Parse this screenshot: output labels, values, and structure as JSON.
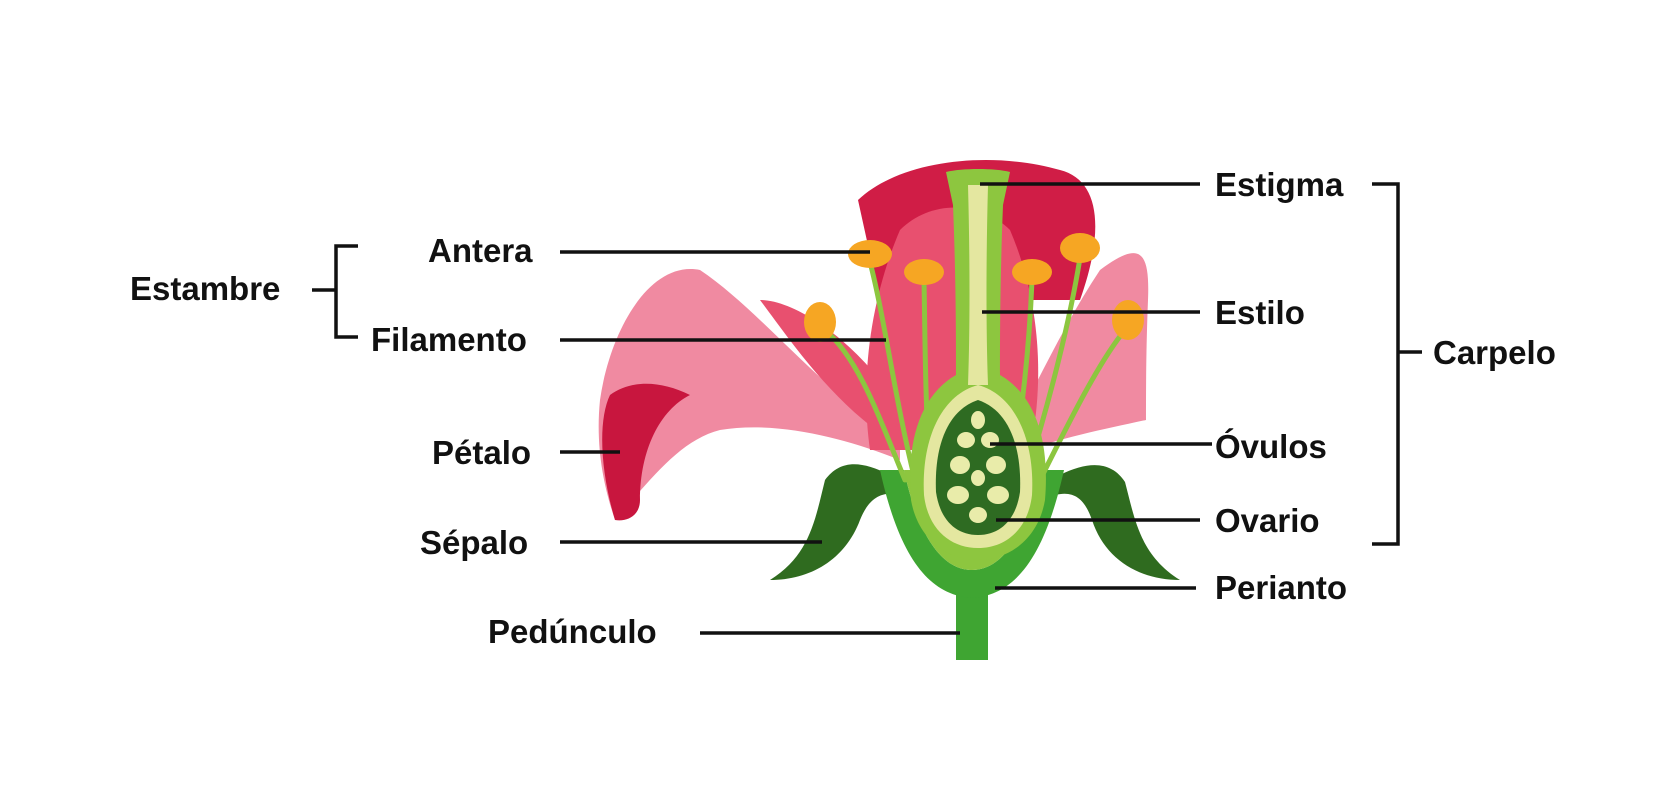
{
  "labels": {
    "estambre": "Estambre",
    "antera": "Antera",
    "filamento": "Filamento",
    "petalo": "Pétalo",
    "sepalo": "Sépalo",
    "pedunculo": "Pedúnculo",
    "estigma": "Estigma",
    "estilo": "Estilo",
    "ovulos": "Óvulos",
    "ovario": "Ovario",
    "perianto": "Perianto",
    "carpelo": "Carpelo"
  },
  "colors": {
    "petal_light": "#f08aa1",
    "petal_mid": "#e8506f",
    "petal_dark": "#c8163e",
    "petal_back": "#d01d46",
    "sepal_dark": "#2f6b1f",
    "sepal_light": "#4f8f2a",
    "receptacle": "#3fa532",
    "receptacle_light": "#8dc63f",
    "style_fill": "#e4e7a0",
    "ovary_inner": "#2e6b22",
    "ovule": "#e9ecaa",
    "anther": "#f6a623",
    "anther_dark": "#e07b12",
    "filament": "#8cc63f",
    "leader_line": "#111111"
  }
}
